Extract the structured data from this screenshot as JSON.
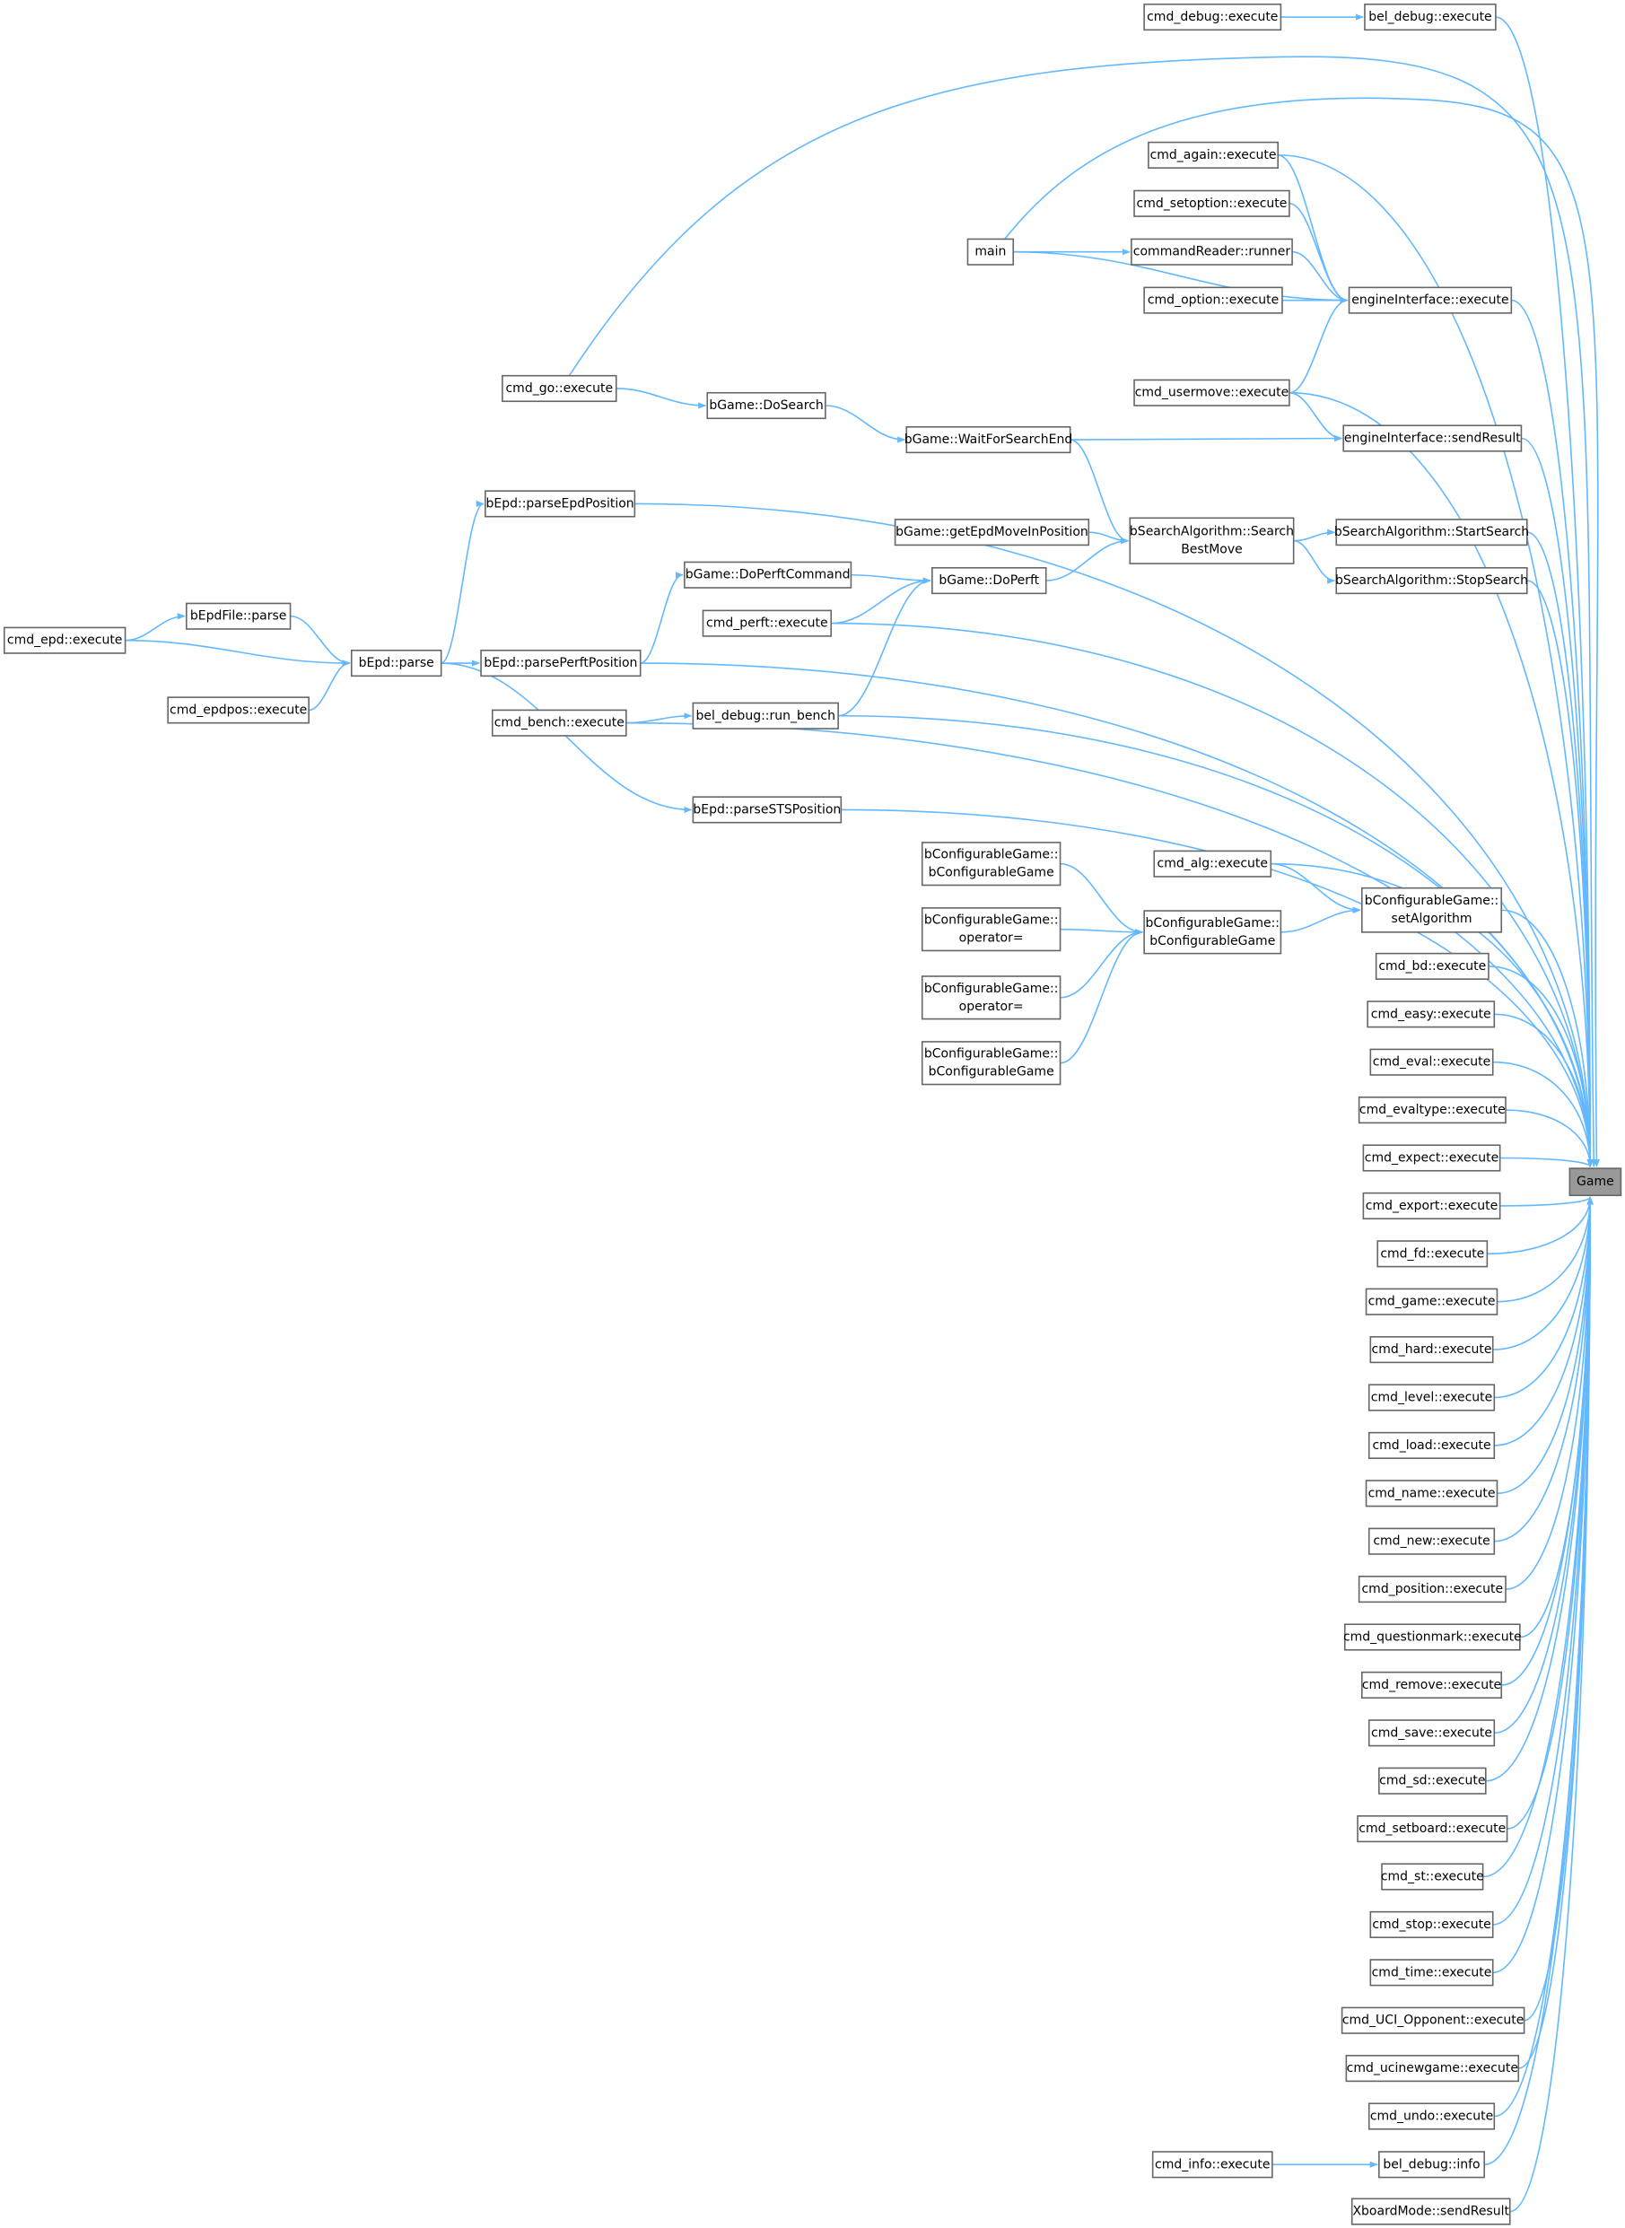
{
  "graph": {
    "title": "Game caller graph",
    "root": "game",
    "colors": {
      "edge": "#63b8ff",
      "root_fill": "#999999",
      "border": "#666666"
    },
    "nodes": {
      "game": [
        "Game"
      ],
      "cmd_debug": [
        "cmd_debug::execute"
      ],
      "bel_debug_exec": [
        "bel_debug::execute"
      ],
      "cmd_again": [
        "cmd_again::execute"
      ],
      "cmd_setoption": [
        "cmd_setoption::execute"
      ],
      "main": [
        "main"
      ],
      "cmdreader": [
        "commandReader::runner"
      ],
      "cmd_option": [
        "cmd_option::execute"
      ],
      "ei_execute": [
        "engineInterface::execute"
      ],
      "cmd_go": [
        "cmd_go::execute"
      ],
      "dosearch": [
        "bGame::DoSearch"
      ],
      "cmd_usermove": [
        "cmd_usermove::execute"
      ],
      "waitsearch": [
        "bGame::WaitForSearchEnd"
      ],
      "ei_sendresult": [
        "engineInterface::sendResult"
      ],
      "parseepd": [
        "bEpd::parseEpdPosition"
      ],
      "getepdmove": [
        "bGame::getEpdMoveInPosition"
      ],
      "searchbest": [
        "bSearchAlgorithm::Search",
        "BestMove"
      ],
      "startsearch": [
        "bSearchAlgorithm::StartSearch"
      ],
      "doperftcmd": [
        "bGame::DoPerftCommand"
      ],
      "doperft": [
        "bGame::DoPerft"
      ],
      "stopsearch": [
        "bSearchAlgorithm::StopSearch"
      ],
      "epdfileparse": [
        "bEpdFile::parse"
      ],
      "cmd_perft": [
        "cmd_perft::execute"
      ],
      "cmd_epd": [
        "cmd_epd::execute"
      ],
      "bepdparse": [
        "bEpd::parse"
      ],
      "parseperft": [
        "bEpd::parsePerftPosition"
      ],
      "cmd_epdpos": [
        "cmd_epdpos::execute"
      ],
      "runbench": [
        "bel_debug::run_bench"
      ],
      "cmd_bench": [
        "cmd_bench::execute"
      ],
      "parsests": [
        "bEpd::parseSTSPosition"
      ],
      "bcg_ctor1": [
        "bConfigurableGame::",
        "bConfigurableGame"
      ],
      "cmd_alg": [
        "cmd_alg::execute"
      ],
      "setalg": [
        "bConfigurableGame::",
        "setAlgorithm"
      ],
      "bcg_center": [
        "bConfigurableGame::",
        "bConfigurableGame"
      ],
      "bcg_op1": [
        "bConfigurableGame::",
        "operator="
      ],
      "bcg_op2": [
        "bConfigurableGame::",
        "operator="
      ],
      "bcg_ctor2": [
        "bConfigurableGame::",
        "bConfigurableGame"
      ],
      "cmd_bd": [
        "cmd_bd::execute"
      ],
      "cmd_easy": [
        "cmd_easy::execute"
      ],
      "cmd_eval": [
        "cmd_eval::execute"
      ],
      "cmd_evaltype": [
        "cmd_evaltype::execute"
      ],
      "cmd_expect": [
        "cmd_expect::execute"
      ],
      "cmd_export": [
        "cmd_export::execute"
      ],
      "cmd_fd": [
        "cmd_fd::execute"
      ],
      "cmd_game": [
        "cmd_game::execute"
      ],
      "cmd_hard": [
        "cmd_hard::execute"
      ],
      "cmd_level": [
        "cmd_level::execute"
      ],
      "cmd_load": [
        "cmd_load::execute"
      ],
      "cmd_name": [
        "cmd_name::execute"
      ],
      "cmd_new": [
        "cmd_new::execute"
      ],
      "cmd_position": [
        "cmd_position::execute"
      ],
      "cmd_questionmark": [
        "cmd_questionmark::execute"
      ],
      "cmd_remove": [
        "cmd_remove::execute"
      ],
      "cmd_save": [
        "cmd_save::execute"
      ],
      "cmd_sd": [
        "cmd_sd::execute"
      ],
      "cmd_setboard": [
        "cmd_setboard::execute"
      ],
      "cmd_st": [
        "cmd_st::execute"
      ],
      "cmd_stop": [
        "cmd_stop::execute"
      ],
      "cmd_time": [
        "cmd_time::execute"
      ],
      "cmd_uci_opp": [
        "cmd_UCI_Opponent::execute"
      ],
      "cmd_ucinewgame": [
        "cmd_ucinewgame::execute"
      ],
      "cmd_undo": [
        "cmd_undo::execute"
      ],
      "cmd_info": [
        "cmd_info::execute"
      ],
      "bel_debug_info": [
        "bel_debug::info"
      ],
      "xboard_send": [
        "XboardMode::sendResult"
      ]
    },
    "edges": [
      [
        "cmd_debug",
        "bel_debug_exec"
      ],
      [
        "bel_debug_exec",
        "game"
      ],
      [
        "cmd_go",
        "game"
      ],
      [
        "main",
        "game"
      ],
      [
        "cmd_again",
        "ei_execute"
      ],
      [
        "cmd_again",
        "game"
      ],
      [
        "cmd_setoption",
        "ei_execute"
      ],
      [
        "main",
        "cmdreader"
      ],
      [
        "cmdreader",
        "ei_execute"
      ],
      [
        "main",
        "ei_execute"
      ],
      [
        "cmd_option",
        "ei_execute"
      ],
      [
        "cmd_usermove",
        "ei_execute"
      ],
      [
        "cmd_usermove",
        "game"
      ],
      [
        "cmd_usermove",
        "ei_sendresult"
      ],
      [
        "ei_execute",
        "game"
      ],
      [
        "cmd_go",
        "dosearch"
      ],
      [
        "dosearch",
        "waitsearch"
      ],
      [
        "waitsearch",
        "ei_sendresult"
      ],
      [
        "waitsearch",
        "searchbest"
      ],
      [
        "ei_sendresult",
        "game"
      ],
      [
        "bepdparse",
        "parseepd"
      ],
      [
        "parseepd",
        "game"
      ],
      [
        "getepdmove",
        "searchbest"
      ],
      [
        "doperft",
        "searchbest"
      ],
      [
        "searchbest",
        "startsearch"
      ],
      [
        "searchbest",
        "stopsearch"
      ],
      [
        "startsearch",
        "game"
      ],
      [
        "stopsearch",
        "game"
      ],
      [
        "doperftcmd",
        "doperft"
      ],
      [
        "cmd_perft",
        "doperft"
      ],
      [
        "runbench",
        "doperft"
      ],
      [
        "cmd_perft",
        "game"
      ],
      [
        "parseperft",
        "doperftcmd"
      ],
      [
        "cmd_epd",
        "epdfileparse"
      ],
      [
        "cmd_epd",
        "bepdparse"
      ],
      [
        "epdfileparse",
        "bepdparse"
      ],
      [
        "cmd_epdpos",
        "bepdparse"
      ],
      [
        "bepdparse",
        "parseperft"
      ],
      [
        "parseperft",
        "game"
      ],
      [
        "cmd_bench",
        "runbench"
      ],
      [
        "runbench",
        "game"
      ],
      [
        "cmd_bench",
        "game"
      ],
      [
        "bepdparse",
        "parsests"
      ],
      [
        "parsests",
        "game"
      ],
      [
        "bcg_ctor1",
        "bcg_center"
      ],
      [
        "bcg_op1",
        "bcg_center"
      ],
      [
        "bcg_op2",
        "bcg_center"
      ],
      [
        "bcg_ctor2",
        "bcg_center"
      ],
      [
        "bcg_center",
        "setalg"
      ],
      [
        "cmd_alg",
        "setalg"
      ],
      [
        "cmd_alg",
        "game"
      ],
      [
        "setalg",
        "game"
      ],
      [
        "cmd_bd",
        "game"
      ],
      [
        "cmd_easy",
        "game"
      ],
      [
        "cmd_eval",
        "game"
      ],
      [
        "cmd_evaltype",
        "game"
      ],
      [
        "cmd_expect",
        "game"
      ],
      [
        "cmd_export",
        "game"
      ],
      [
        "cmd_fd",
        "game"
      ],
      [
        "cmd_game",
        "game"
      ],
      [
        "cmd_hard",
        "game"
      ],
      [
        "cmd_level",
        "game"
      ],
      [
        "cmd_load",
        "game"
      ],
      [
        "cmd_name",
        "game"
      ],
      [
        "cmd_new",
        "game"
      ],
      [
        "cmd_position",
        "game"
      ],
      [
        "cmd_questionmark",
        "game"
      ],
      [
        "cmd_remove",
        "game"
      ],
      [
        "cmd_save",
        "game"
      ],
      [
        "cmd_sd",
        "game"
      ],
      [
        "cmd_setboard",
        "game"
      ],
      [
        "cmd_st",
        "game"
      ],
      [
        "cmd_stop",
        "game"
      ],
      [
        "cmd_time",
        "game"
      ],
      [
        "cmd_uci_opp",
        "game"
      ],
      [
        "cmd_ucinewgame",
        "game"
      ],
      [
        "cmd_undo",
        "game"
      ],
      [
        "cmd_info",
        "bel_debug_info"
      ],
      [
        "bel_debug_info",
        "game"
      ],
      [
        "xboard_send",
        "game"
      ]
    ]
  }
}
